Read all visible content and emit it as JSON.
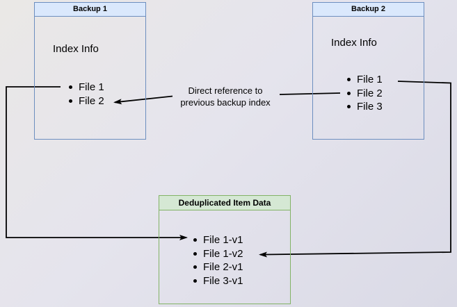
{
  "backup1": {
    "title": "Backup 1",
    "subtitle": "Index Info",
    "files": [
      "File 1",
      "File 2"
    ]
  },
  "backup2": {
    "title": "Backup 2",
    "subtitle": "Index Info",
    "files": [
      "File 1",
      "File 2",
      "File 3"
    ]
  },
  "dedup": {
    "title": "Deduplicated Item Data",
    "files": [
      "File 1-v1",
      "File 1-v2",
      "File 2-v1",
      "File 3-v1"
    ]
  },
  "annotation": {
    "line1": "Direct reference to",
    "line2": "previous backup index"
  },
  "arrows": [
    {
      "name": "backup1-file1-to-dedup-file1v1",
      "from": "Backup 1 / File 1",
      "to": "Deduplicated Item Data / File 1-v1"
    },
    {
      "name": "backup2-file2-to-backup1-file2",
      "from": "Backup 2 / File 2",
      "to": "Backup 1 / File 2",
      "label": "Direct reference to previous backup index"
    },
    {
      "name": "backup2-file1-to-dedup-file1v2",
      "from": "Backup 2 / File 1",
      "to": "Deduplicated Item Data / File 1-v2"
    }
  ],
  "colors": {
    "blue_header_fill": "#dae8fc",
    "blue_border": "#6c8ebf",
    "green_header_fill": "#d5e8d4",
    "green_border": "#82b366",
    "arrow": "#000000"
  }
}
